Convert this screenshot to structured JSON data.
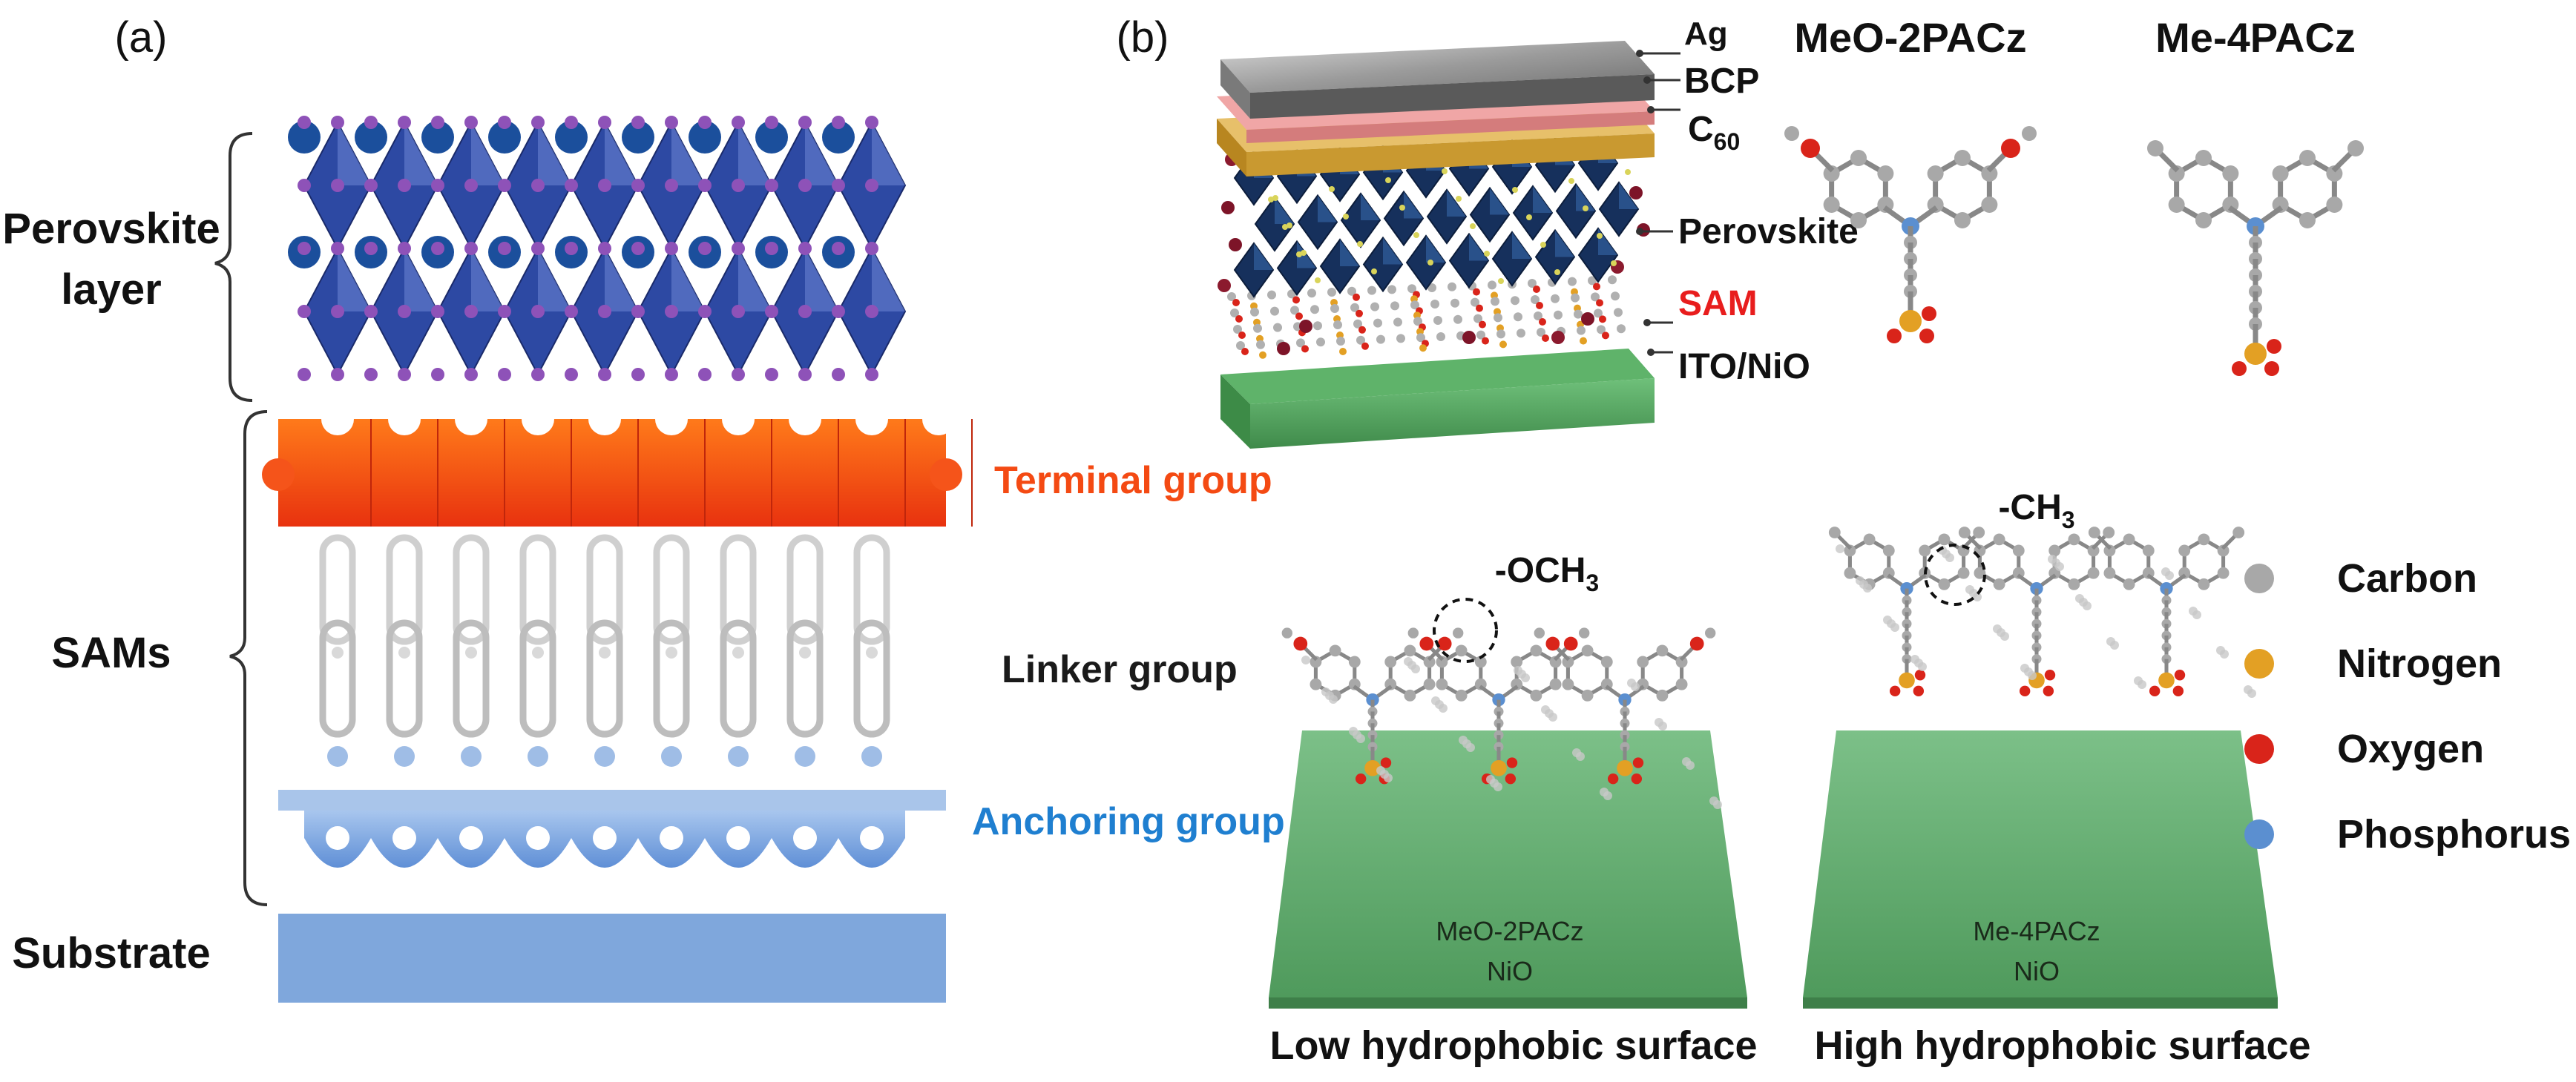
{
  "panel_a": {
    "label": "(a)",
    "perovskite_label_1": "Perovskite",
    "perovskite_label_2": "layer",
    "sams_label": "SAMs",
    "substrate_label": "Substrate",
    "terminal_label": "Terminal group",
    "linker_label": "Linker group",
    "anchoring_label": "Anchoring  group"
  },
  "panel_b": {
    "label": "(b)",
    "stack_layers": {
      "ag": "Ag",
      "bcp": "BCP",
      "c60_base": "C",
      "c60_sub": "60",
      "perovskite": "Perovskite",
      "sam": "SAM",
      "ito": "ITO/NiO"
    },
    "molecule_left_title": "MeO-2PACz",
    "molecule_right_title": "Me-4PACz",
    "group_left_base": "-OCH",
    "group_left_sub": "3",
    "group_right_base": "-CH",
    "group_right_sub": "3",
    "surface_left_line1": "MeO-2PACz",
    "surface_left_line2": "NiO",
    "surface_right_line1": "Me-4PACz",
    "surface_right_line2": "NiO",
    "caption_left": "Low hydrophobic surface",
    "caption_right": "High hydrophobic surface",
    "legend": [
      {
        "name": "Carbon",
        "color": "#a8a8a8"
      },
      {
        "name": "Nitrogen",
        "color": "#e3a024"
      },
      {
        "name": "Oxygen",
        "color": "#d9241a"
      },
      {
        "name": "Phosphorus",
        "color": "#5b8fd0"
      }
    ]
  },
  "colors": {
    "terminal": "#f44a13",
    "linker_text": "#1a1a1a",
    "anchoring": "#1f7fd0",
    "sam_text": "#e81d1d",
    "substrate": "#7fa7dc",
    "octahedron": "#2d49a3",
    "green_base": "#5fb36a"
  }
}
